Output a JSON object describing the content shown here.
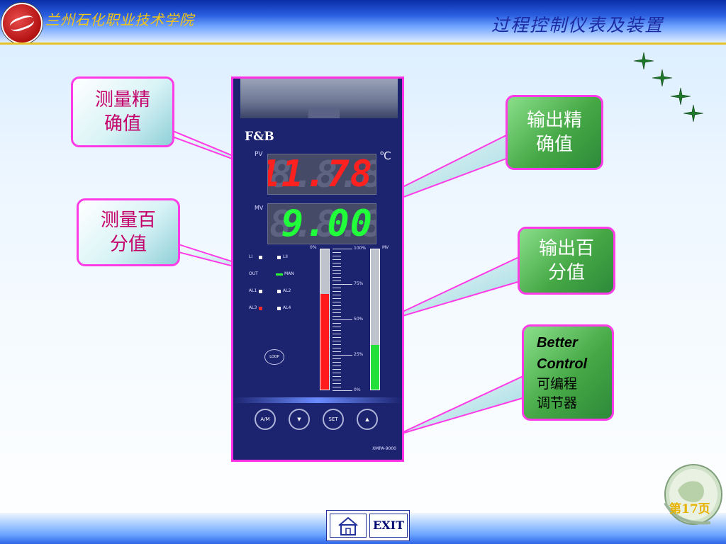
{
  "header": {
    "school_name": "兰州石化职业技术学院",
    "slide_title": "过程控制仪表及装置"
  },
  "device": {
    "brand": "F&B",
    "pv_tag": "PV",
    "mv_tag": "MV",
    "unit": "℃",
    "pv_display": "11.78",
    "mv_display": "9.00",
    "pv_bar_level": 0.68,
    "mv_bar_level": 0.32,
    "scale_labels": [
      "100%",
      "75%",
      "50%",
      "25%",
      "0%"
    ],
    "pct_left": "0%",
    "pct_right": "MV",
    "leds": [
      {
        "left": "LI",
        "right": "LII"
      },
      {
        "left": "OUT",
        "right": "MAN"
      },
      {
        "left": "AL1",
        "right": "AL2"
      },
      {
        "left": "AL3",
        "right": "AL4"
      }
    ],
    "loop_label": "LOOP",
    "keys": [
      "A/M",
      "▼",
      "SET",
      "▲"
    ],
    "model": "XMPA-9000"
  },
  "callouts": {
    "pv_precise": [
      "测量精",
      "确值"
    ],
    "pv_percent": [
      "测量百",
      "分值"
    ],
    "mv_precise": [
      "输出精",
      "确值"
    ],
    "mv_percent": [
      "输出百",
      "分值"
    ],
    "controller": {
      "line1": "Better",
      "line2": "Control",
      "line3": "可编程",
      "line4": "调节器"
    }
  },
  "footer": {
    "exit_label": "EXIT",
    "page_label": "第17页"
  },
  "colors": {
    "header_blue": "#2a5fe0",
    "accent_gold": "#e8c22a",
    "callout_border": "#ff3be8",
    "pv_red": "#ff2020",
    "mv_green": "#20ff3a"
  }
}
